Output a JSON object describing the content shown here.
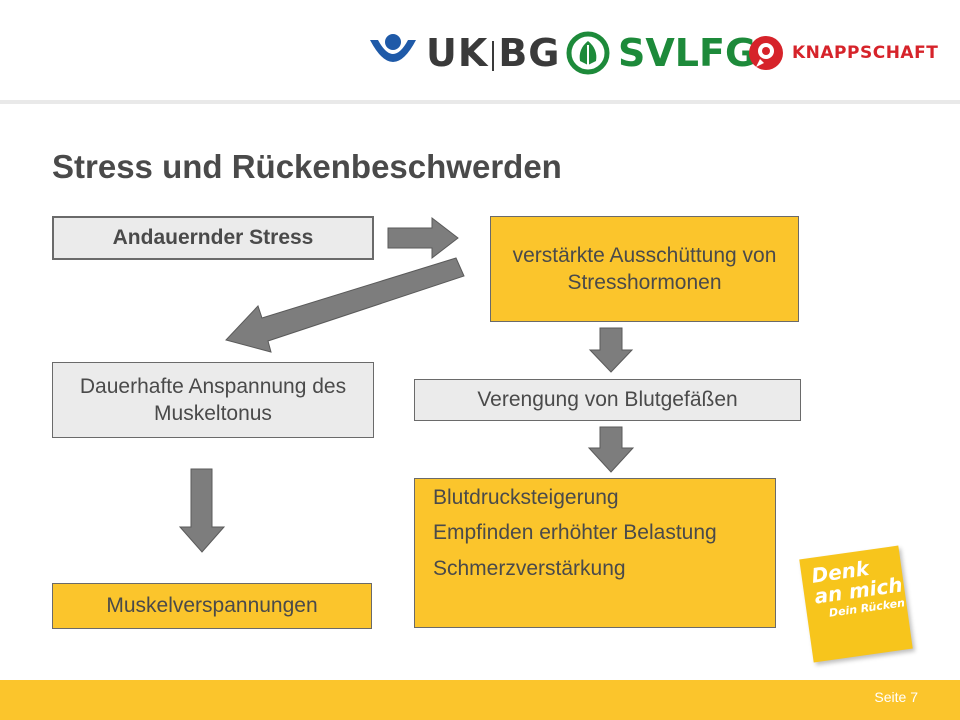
{
  "header": {
    "logos": {
      "ukbg": {
        "left": "UK",
        "right": "BG",
        "color": "#1f5aa8"
      },
      "svlfg": {
        "text": "SVLFG",
        "color": "#1d8a3a"
      },
      "knappschaft": {
        "text": "KNAPPSCHAFT",
        "color": "#d6232a"
      }
    }
  },
  "title": "Stress und Rückenbeschwerden",
  "boxes": {
    "stress": "Andauernder Stress",
    "hormone": "verstärkte Ausschüttung von Stresshormonen",
    "muskel": "Dauerhafte Anspannung des Muskeltonus",
    "gefaess": "Verengung von Blutgefäßen",
    "blut_items": [
      "Blutdrucksteigerung",
      "Empfinden erhöhter Belastung",
      "Schmerzverstärkung"
    ],
    "verspannung": "Muskelverspannungen"
  },
  "sticky": {
    "line1": "Denk",
    "line2": "an mich",
    "line3": "Dein Rücken"
  },
  "footer": {
    "page": "Seite 7"
  },
  "colors": {
    "yellow": "#fbc52c",
    "gray_box": "#ebebeb",
    "arrow": "#7d7d7d",
    "text": "#4a4a4a"
  }
}
